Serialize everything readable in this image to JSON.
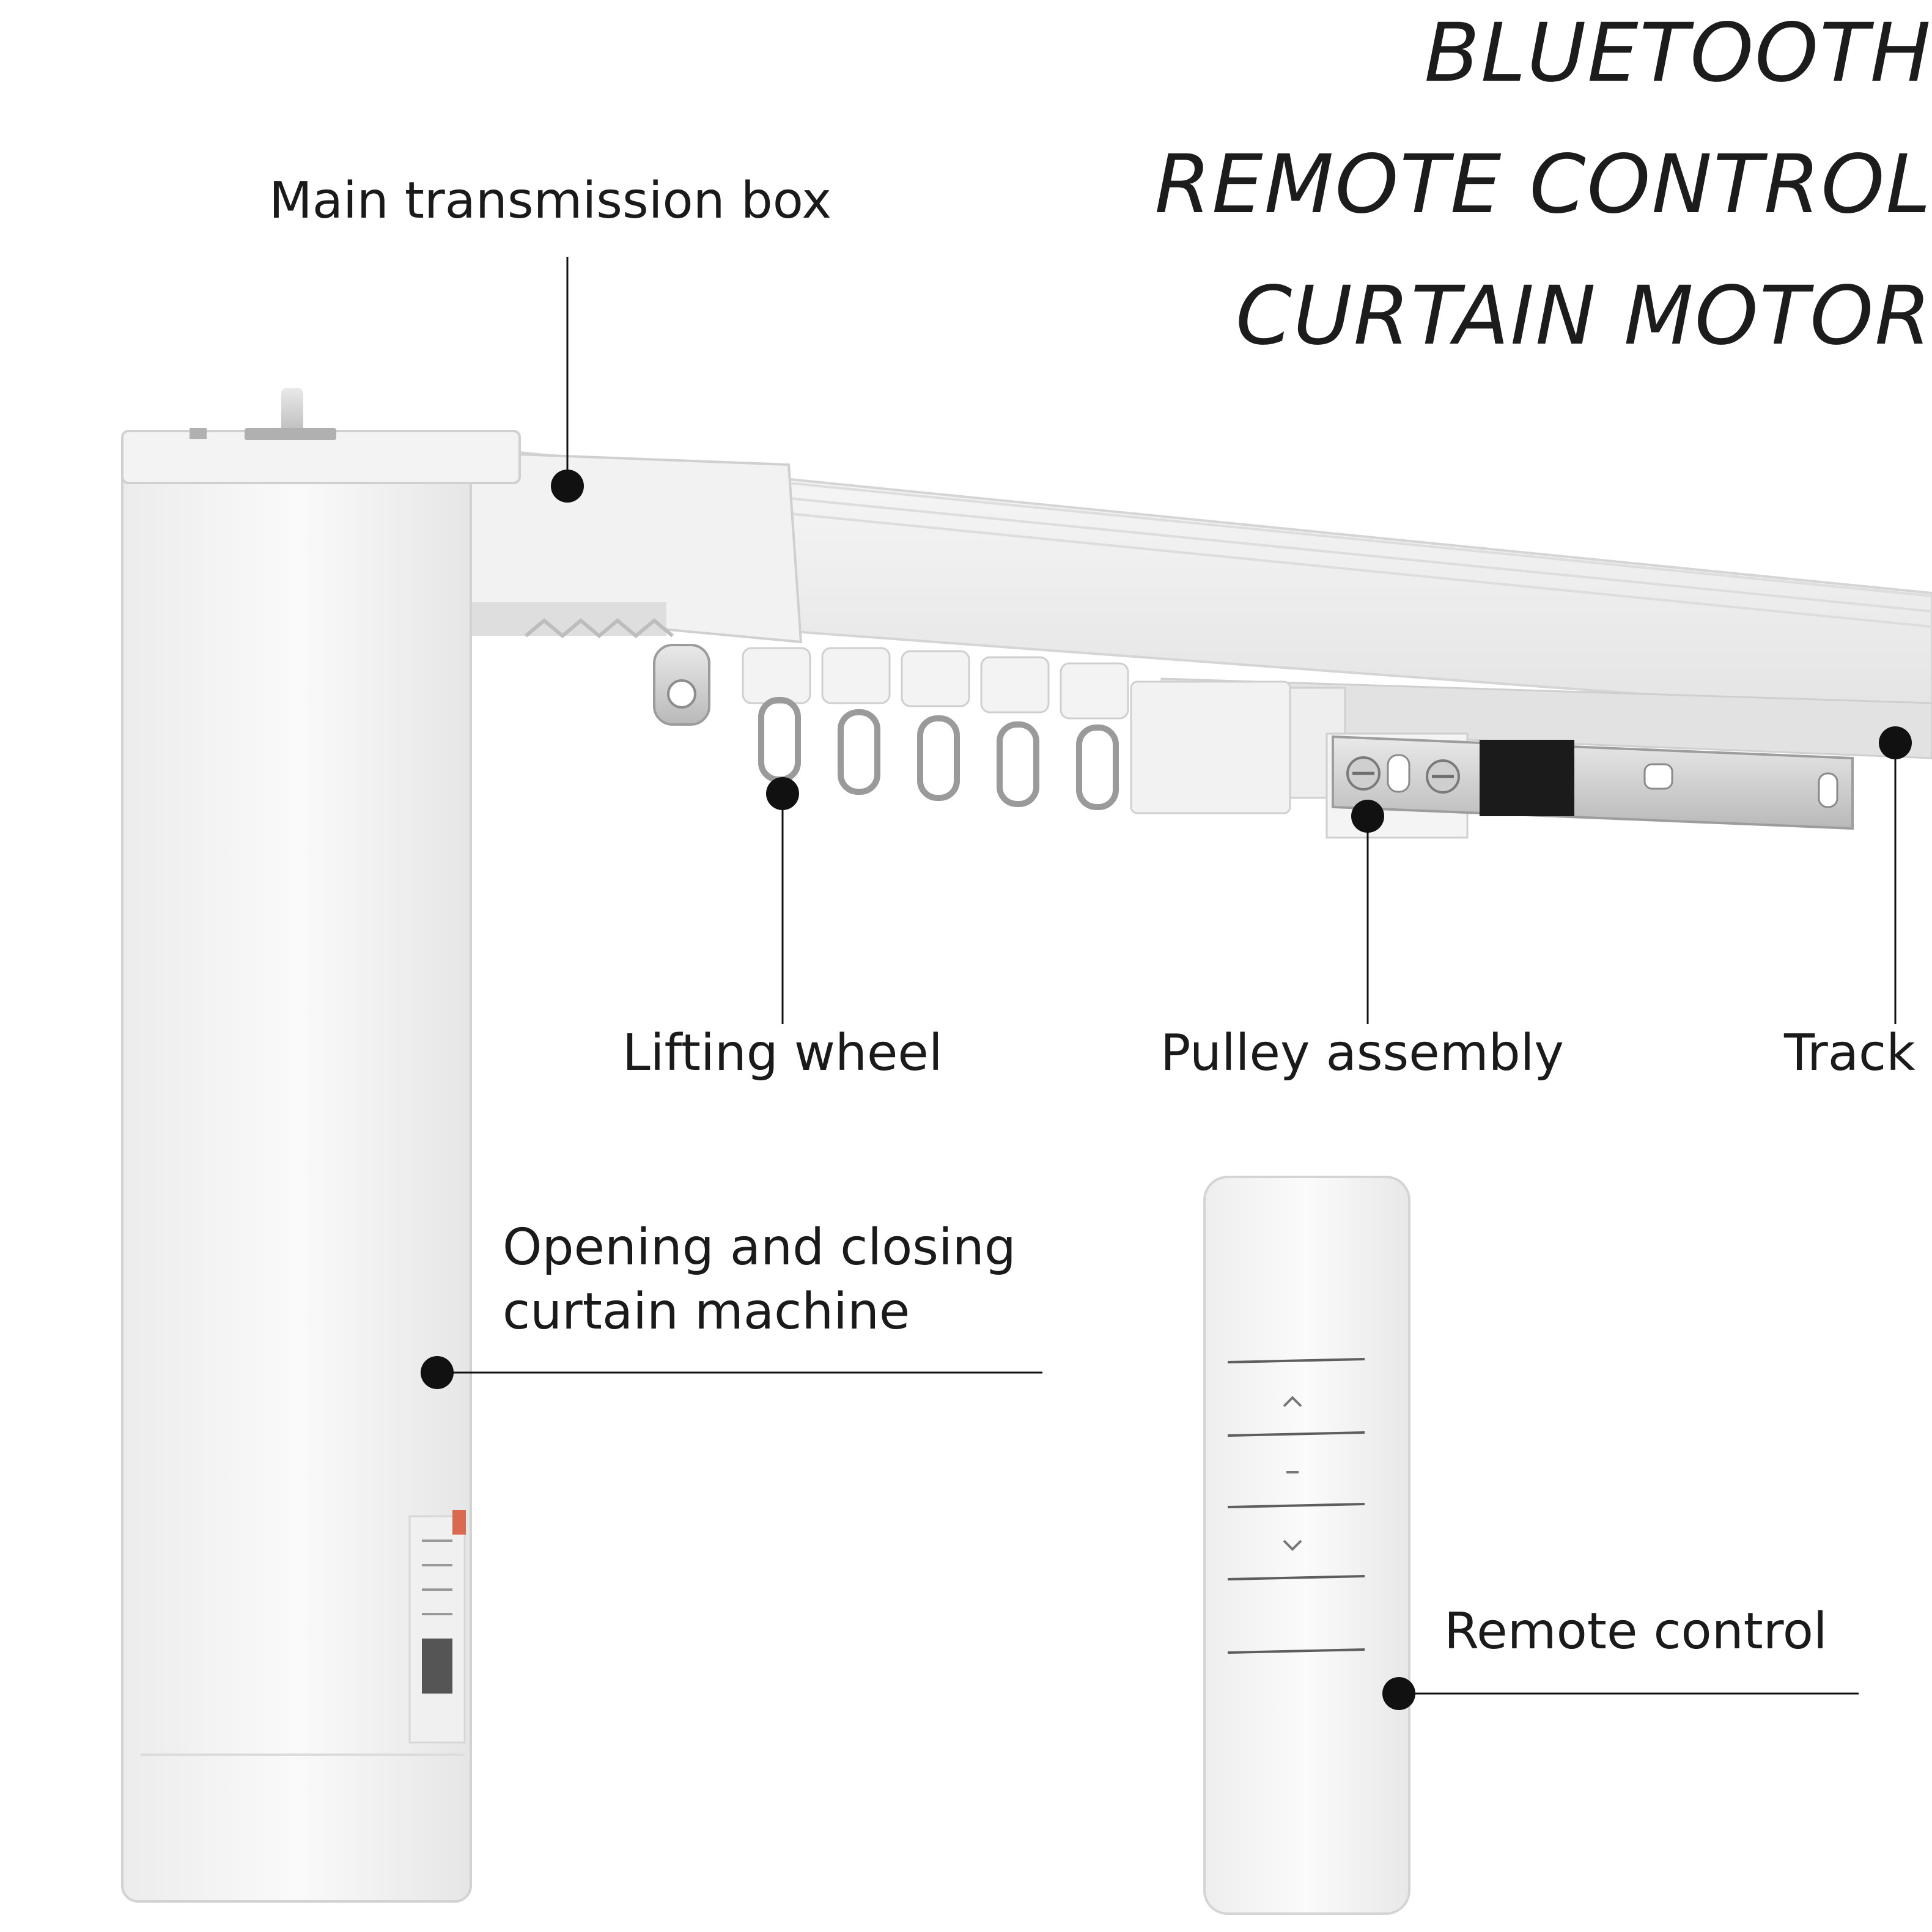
{
  "title": {
    "line1": "BLUETOOTH",
    "line2": "REMOTE CONTROL",
    "line3": "CURTAIN MOTOR"
  },
  "labels": {
    "main_transmission_box": "Main transmission box",
    "lifting_wheel": "Lifting wheel",
    "pulley_assembly": "Pulley assembly",
    "track": "Track",
    "machine_line1": "Opening and closing",
    "machine_line2": "curtain machine",
    "remote_control": "Remote control"
  },
  "remote": {
    "up_icon": "chevron-up",
    "stop_icon": "stop-dash",
    "down_icon": "chevron-down"
  },
  "colors": {
    "background": "#ffffff",
    "text": "#1a1a1a",
    "product": "#f4f4f4",
    "callout": "#111111"
  }
}
